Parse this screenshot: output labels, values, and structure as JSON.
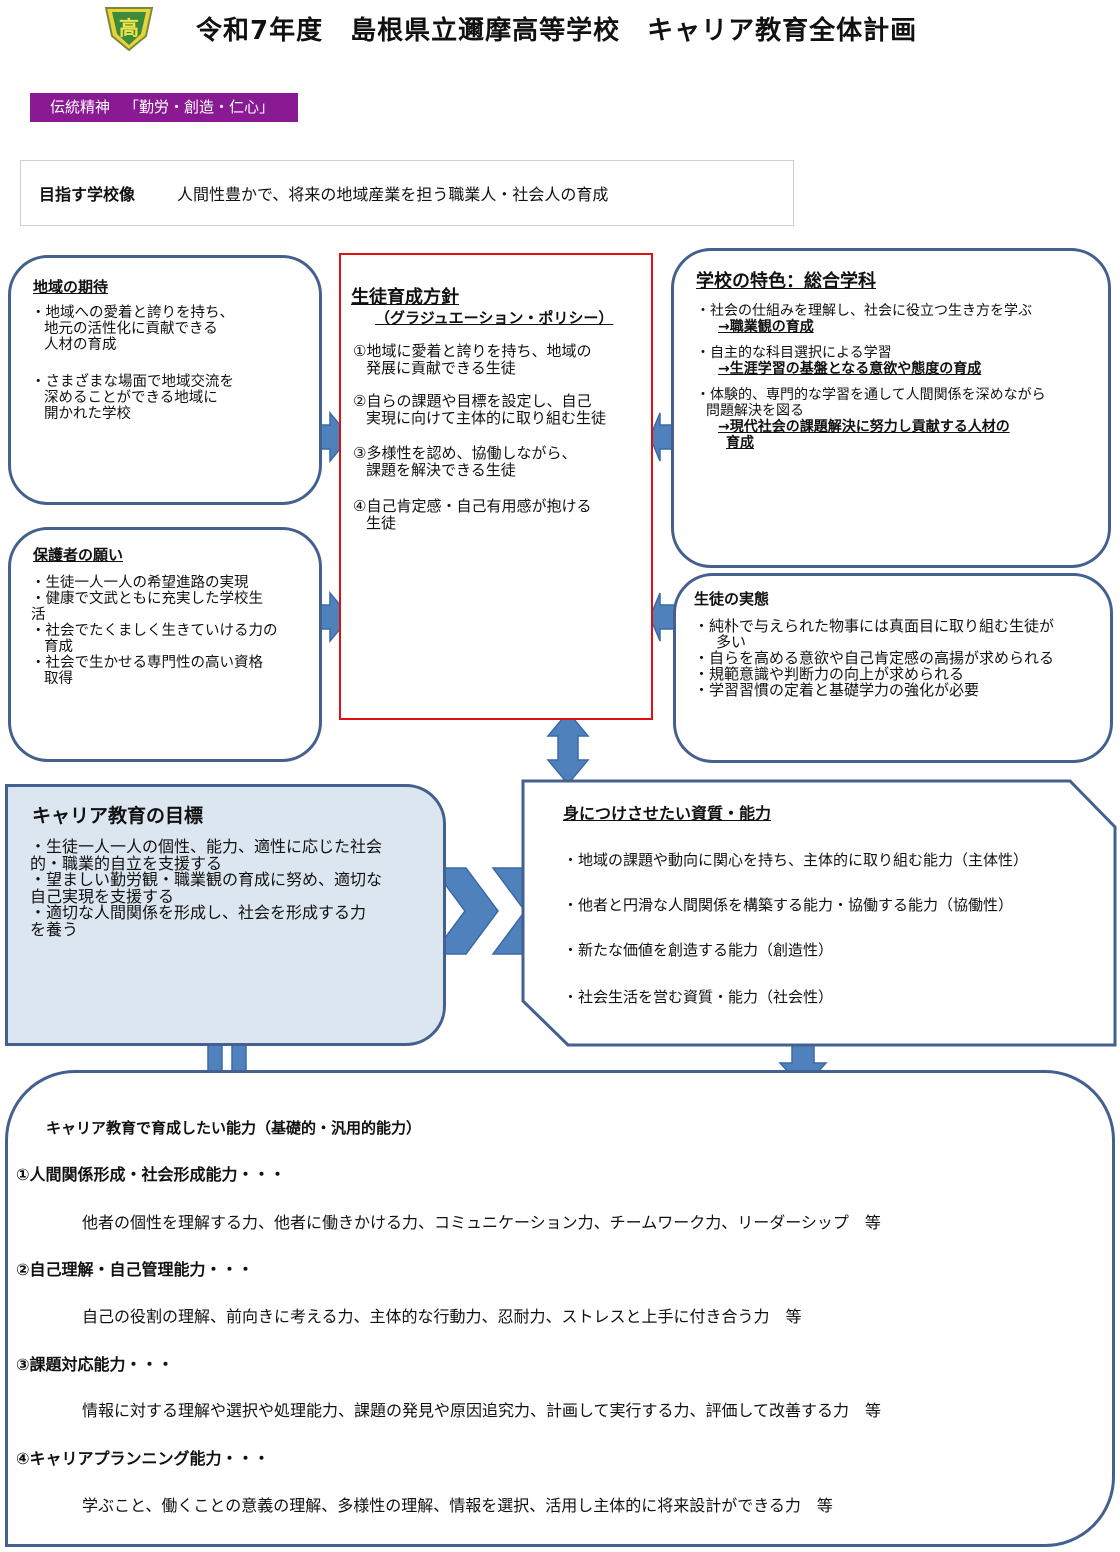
{
  "header": {
    "emblem_char": "高",
    "title": "令和7年度　島根県立邇摩高等学校　キャリア教育全体計画"
  },
  "tradition": {
    "label": "伝統精神",
    "value": "「勤労・創造・仁心」"
  },
  "vision": {
    "label": "目指す学校像",
    "text": "人間性豊かで、将来の地域産業を担う職業人・社会人の育成"
  },
  "regional": {
    "title": "地域の期待",
    "items": [
      [
        "・地域への愛着と誇りを持ち、",
        "地元の活性化に貢献できる",
        "人材の育成"
      ],
      [
        "・さまざまな場面で地域交流を",
        "深めることができる地域に",
        "開かれた学校"
      ]
    ]
  },
  "parents": {
    "title": "保護者の願い",
    "lines": [
      "・生徒一人一人の希望進路の実現",
      "・健康で文武ともに充実した学校生",
      "活",
      "・社会でたくましく生きていける力の",
      "育成",
      "・社会で生かせる専門性の高い資格",
      "取得"
    ]
  },
  "policy": {
    "title": "生徒育成方針",
    "subtitle": "（グラジュエーション・ポリシー）",
    "items": [
      [
        "①地域に愛着と誇りを持ち、地域の",
        "発展に貢献できる生徒"
      ],
      [
        "②自らの課題や目標を設定し、自己",
        "実現に向けて主体的に取り組む生徒"
      ],
      [
        "③多様性を認め、協働しながら、",
        "課題を解決できる生徒"
      ],
      [
        "④自己肯定感・自己有用感が抱ける",
        "生徒"
      ]
    ]
  },
  "features": {
    "title": "学校の特色：総合学科",
    "l1": "・社会の仕組みを理解し、社会に役立つ生き方を学ぶ",
    "l2": "→職業観の育成",
    "l3": "・自主的な科目選択による学習",
    "l4": "→生涯学習の基盤となる意欲や態度の育成",
    "l5": "・体験的、専門的な学習を通して人間関係を深めながら",
    "l6": "問題解決を図る",
    "l7": "→現代社会の課題解決に努力し貢献する人材の",
    "l8": "育成"
  },
  "students": {
    "title": "生徒の実態",
    "lines": [
      "・純朴で与えられた物事には真面目に取り組む生徒が",
      "多い",
      "・自らを高める意欲や自己肯定感の高揚が求められる",
      "・規範意識や判断力の向上が求められる",
      "・学習習慣の定着と基礎学力の強化が必要"
    ]
  },
  "goal": {
    "title": "キャリア教育の目標",
    "lines": [
      "・生徒一人一人の個性、能力、適性に応じた社会",
      "的・職業的自立を支援する",
      "・望ましい勤労観・職業観の育成に努め、適切な",
      "自己実現を支援する",
      "・適切な人間関係を形成し、社会を形成する力",
      "を養う"
    ]
  },
  "competencies": {
    "title": "身につけさせたい資質・能力",
    "items": [
      "・地域の課題や動向に関心を持ち、主体的に取り組む能力（主体性）",
      "・他者と円滑な人間関係を構築する能力・協働する能力（協働性）",
      "・新たな価値を創造する能力（創造性）",
      "・社会生活を営む資質・能力（社会性）"
    ]
  },
  "abilities": {
    "title": "キャリア教育で育成したい能力（基礎的・汎用的能力）",
    "sections": [
      {
        "heading": "①人間関係形成・社会形成能力・・・",
        "text": "他者の個性を理解する力、他者に働きかける力、コミュニケーション力、チームワーク力、リーダーシップ　等"
      },
      {
        "heading": "②自己理解・自己管理能力・・・",
        "text": "自己の役割の理解、前向きに考える力、主体的な行動力、忍耐力、ストレスと上手に付き合う力　等"
      },
      {
        "heading": "③課題対応能力・・・",
        "text": "情報に対する理解や選択や処理能力、課題の発見や原因追究力、計画して実行する力、評価して改善する力　等"
      },
      {
        "heading": "④キャリアプランニング能力・・・",
        "text": "学ぶこと、働くことの意義の理解、多様性の理解、情報を選択、活用し主体的に将来設計ができる力　等"
      }
    ]
  },
  "colors": {
    "accent_purple": "#8a1a93",
    "policy_border": "#e01010",
    "box_border": "#44608f",
    "arrow_fill": "#4f81bd",
    "goal_fill": "#dce6f1"
  }
}
